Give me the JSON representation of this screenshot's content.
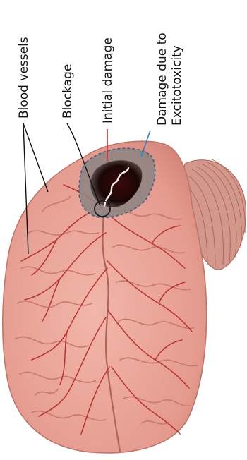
{
  "labels": {
    "blood_vessels": "Blood vessels",
    "blockage": "Blockage",
    "initial_damage": "Initial damage",
    "excitotoxicity_line1": "Damage due to",
    "excitotoxicity_line2": "Excitotoxicity"
  },
  "colors": {
    "brain_fill": "#eda69a",
    "brain_shadow": "#d7867b",
    "vessel": "#b8332d",
    "core_damage": "#1a0a08",
    "penumbra": "#8a7f7f",
    "penumbra_outline": "#3d5f86",
    "initial_damage_line": "#e0272a",
    "excitotoxicity_line": "#3a7fc0",
    "cerebellum": "#cf8d82"
  }
}
